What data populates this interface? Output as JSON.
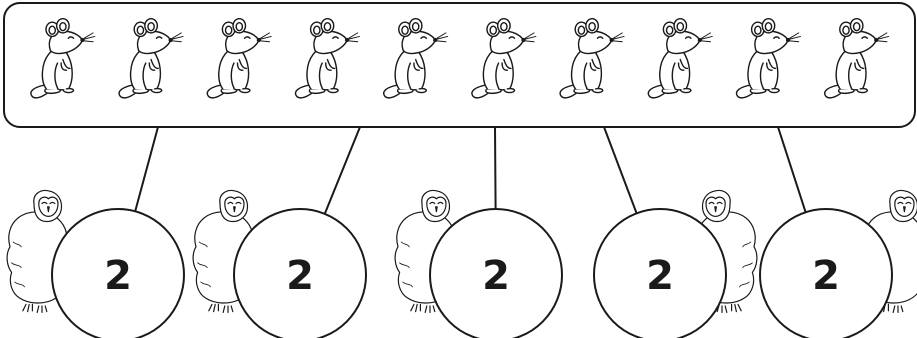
{
  "mice_count": 10,
  "groups": [
    {
      "value": "2"
    },
    {
      "value": "2"
    },
    {
      "value": "2"
    },
    {
      "value": "2"
    },
    {
      "value": "2"
    }
  ],
  "icons": {
    "mouse": "mouse-icon",
    "owl": "owl-icon"
  },
  "colors": {
    "stroke": "#1a1a1a",
    "background": "#ffffff"
  }
}
